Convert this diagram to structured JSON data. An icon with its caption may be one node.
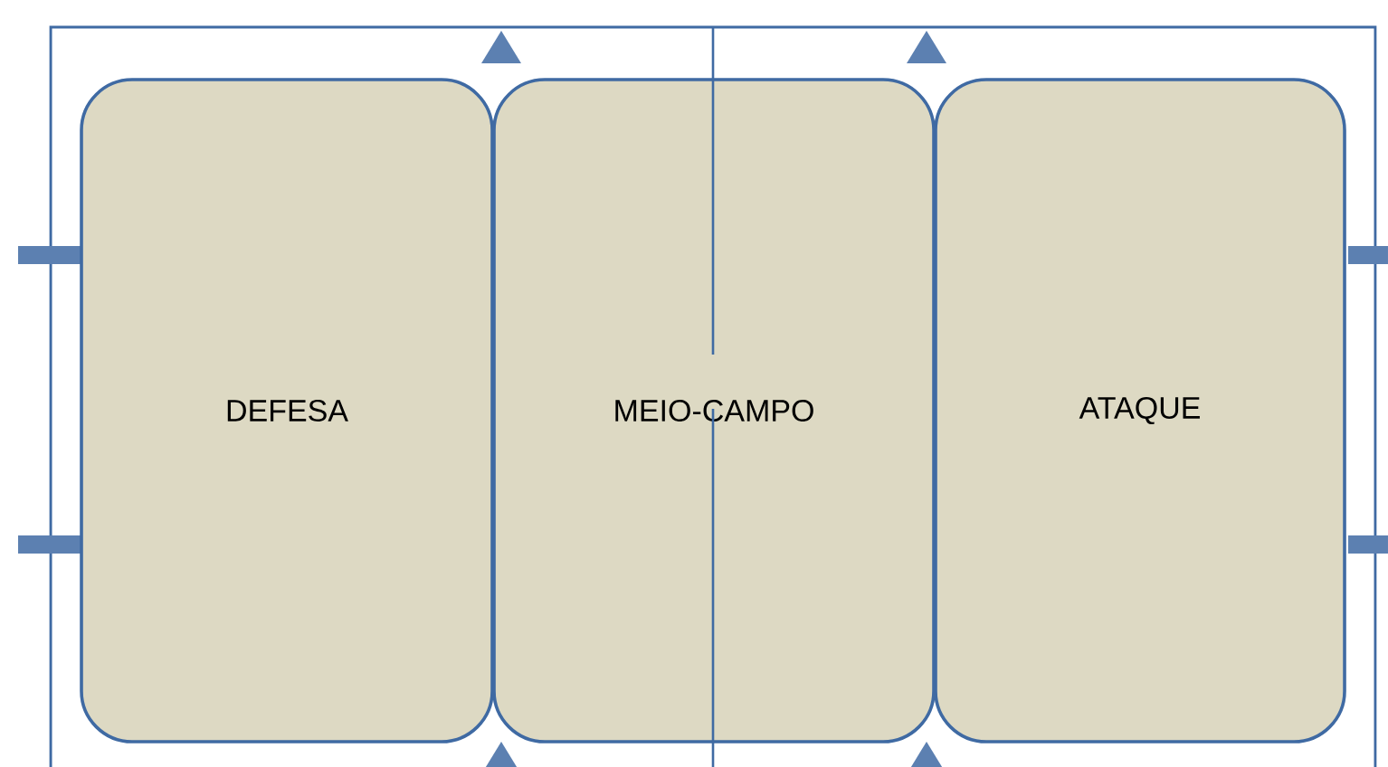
{
  "diagram": {
    "nodes": [
      {
        "text": [
          "DEFESA"
        ]
      },
      {
        "text": [
          "MEIO-CAMPO"
        ]
      },
      {
        "text": [
          "ATAQUE"
        ]
      }
    ]
  }
}
